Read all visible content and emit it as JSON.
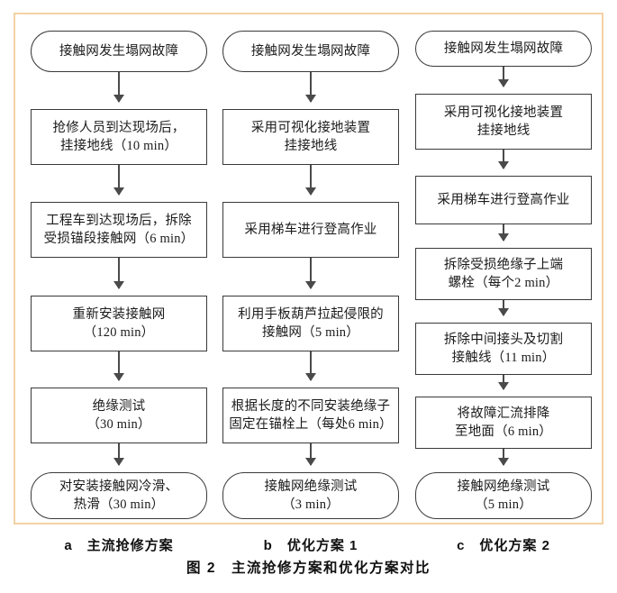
{
  "figure": {
    "caption": "图 2　主流抢修方案和优化方案对比",
    "frame_color": "#f4d2a3",
    "node_border_color": "#3a3a3a",
    "arrow_color": "#4a4a4a"
  },
  "columns": [
    {
      "id": "a",
      "caption": "a　主流抢修方案",
      "nodes": [
        {
          "shape": "terminal",
          "text": "接触网发生塌网故障"
        },
        {
          "shape": "process",
          "text": "抢修人员到达现场后，\n挂接地线（10 min）"
        },
        {
          "shape": "process",
          "text": "工程车到达现场后，拆除\n受损锚段接触网（6 min）"
        },
        {
          "shape": "process",
          "text": "重新安装接触网\n（120 min）"
        },
        {
          "shape": "process",
          "text": "绝缘测试\n（30 min）"
        },
        {
          "shape": "terminal",
          "text": "对安装接触网冷滑、\n热滑（30 min）"
        }
      ]
    },
    {
      "id": "b",
      "caption": "b　优化方案 1",
      "nodes": [
        {
          "shape": "terminal",
          "text": "接触网发生塌网故障"
        },
        {
          "shape": "process",
          "text": "采用可视化接地装置\n挂接地线"
        },
        {
          "shape": "process",
          "text": "采用梯车进行登高作业"
        },
        {
          "shape": "process",
          "text": "利用手板葫芦拉起侵限的\n接触网（5 min）"
        },
        {
          "shape": "process",
          "text": "根据长度的不同安装绝缘子\n固定在锚栓上（每处6 min）"
        },
        {
          "shape": "terminal",
          "text": "接触网绝缘测试\n（3 min）"
        }
      ]
    },
    {
      "id": "c",
      "caption": "c　优化方案 2",
      "nodes": [
        {
          "shape": "terminal",
          "text": "接触网发生塌网故障"
        },
        {
          "shape": "process",
          "text": "采用可视化接地装置\n挂接地线"
        },
        {
          "shape": "process",
          "text": "采用梯车进行登高作业"
        },
        {
          "shape": "process",
          "text": "拆除受损绝缘子上端\n螺栓（每个2 min）"
        },
        {
          "shape": "process",
          "text": "拆除中间接头及切割\n接触线（11 min）"
        },
        {
          "shape": "process",
          "text": "将故障汇流排降\n至地面（6 min）"
        },
        {
          "shape": "terminal",
          "text": "接触网绝缘测试\n（5 min）"
        }
      ]
    }
  ]
}
